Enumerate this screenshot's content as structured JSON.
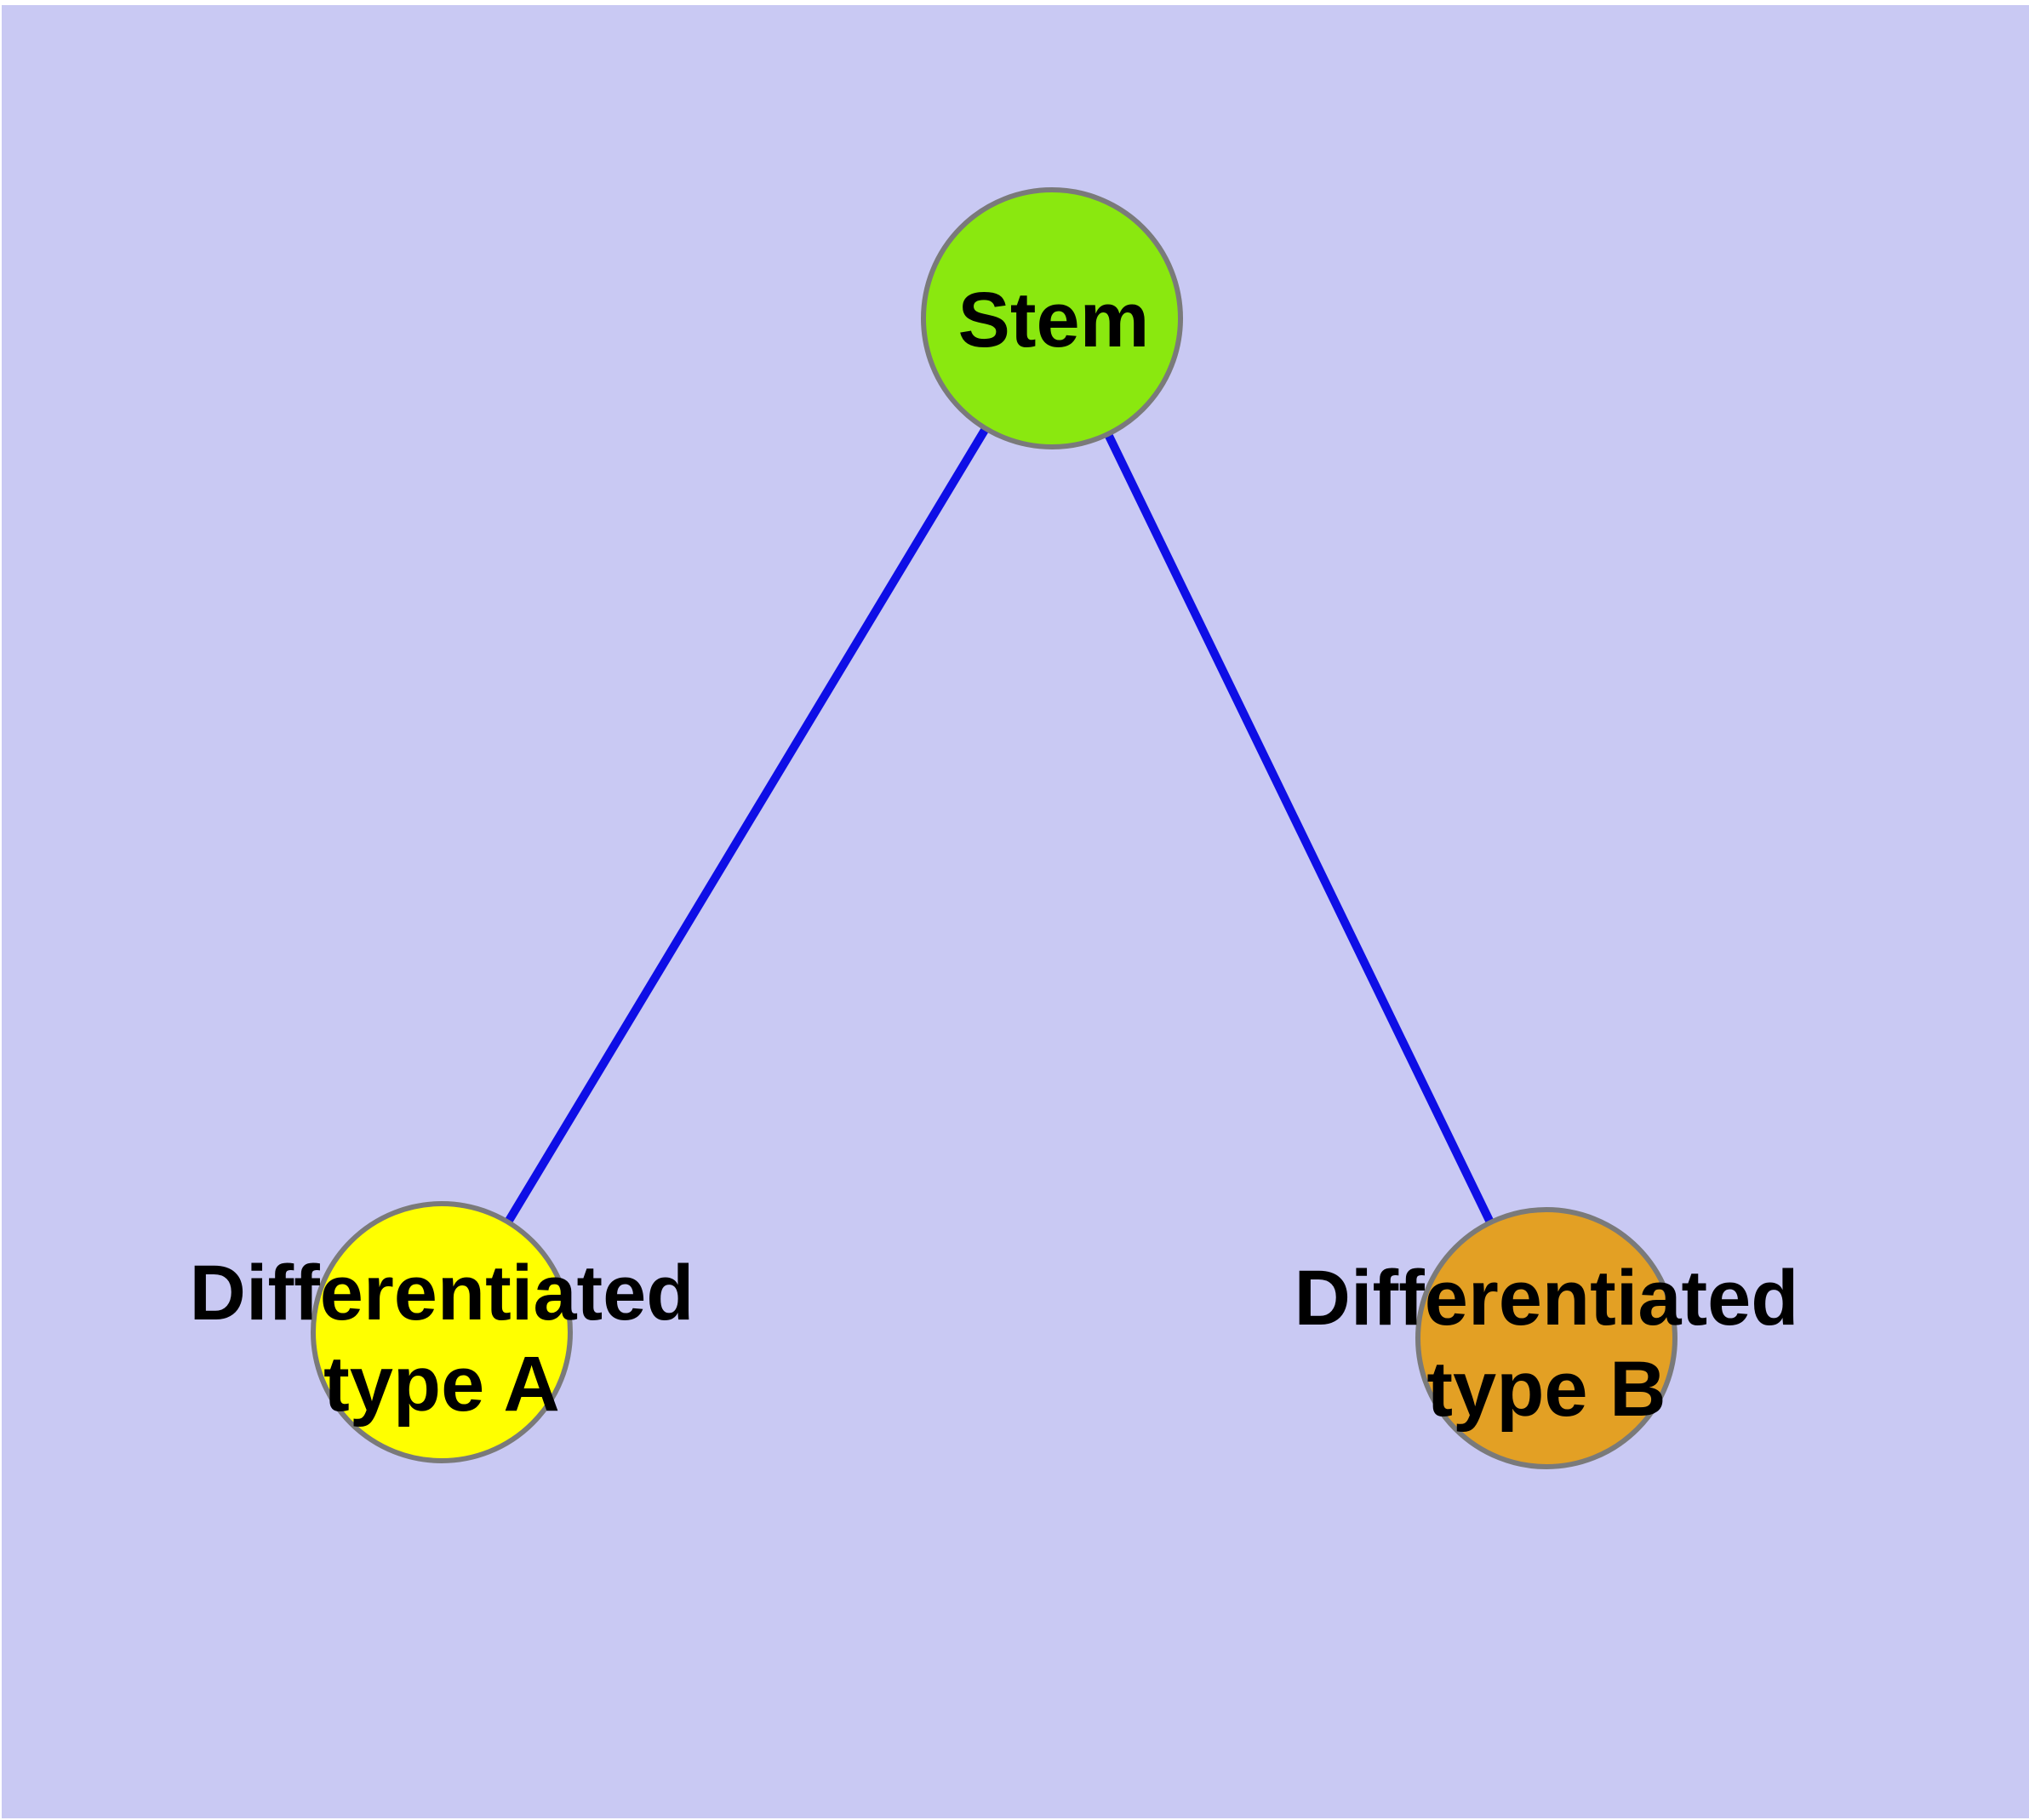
{
  "diagram": {
    "background_color": "#C9C9F3",
    "frame_color": "#FFFFFF",
    "node_border_color": "#7A7A7A",
    "edge_color": "#0E0EE6",
    "label_color": "#000000",
    "nodes": [
      {
        "id": "stem",
        "lines": [
          "Stem"
        ],
        "fill": "#8AE80F"
      },
      {
        "id": "differentiated-type-a",
        "lines": [
          "Differentiated",
          "type A"
        ],
        "fill": "#FFFF00"
      },
      {
        "id": "differentiated-type-b",
        "lines": [
          "Differentiated",
          "type B"
        ],
        "fill": "#E3A024"
      }
    ],
    "edges": [
      {
        "from": "stem",
        "to": "differentiated-type-a"
      },
      {
        "from": "stem",
        "to": "differentiated-type-b"
      }
    ]
  }
}
